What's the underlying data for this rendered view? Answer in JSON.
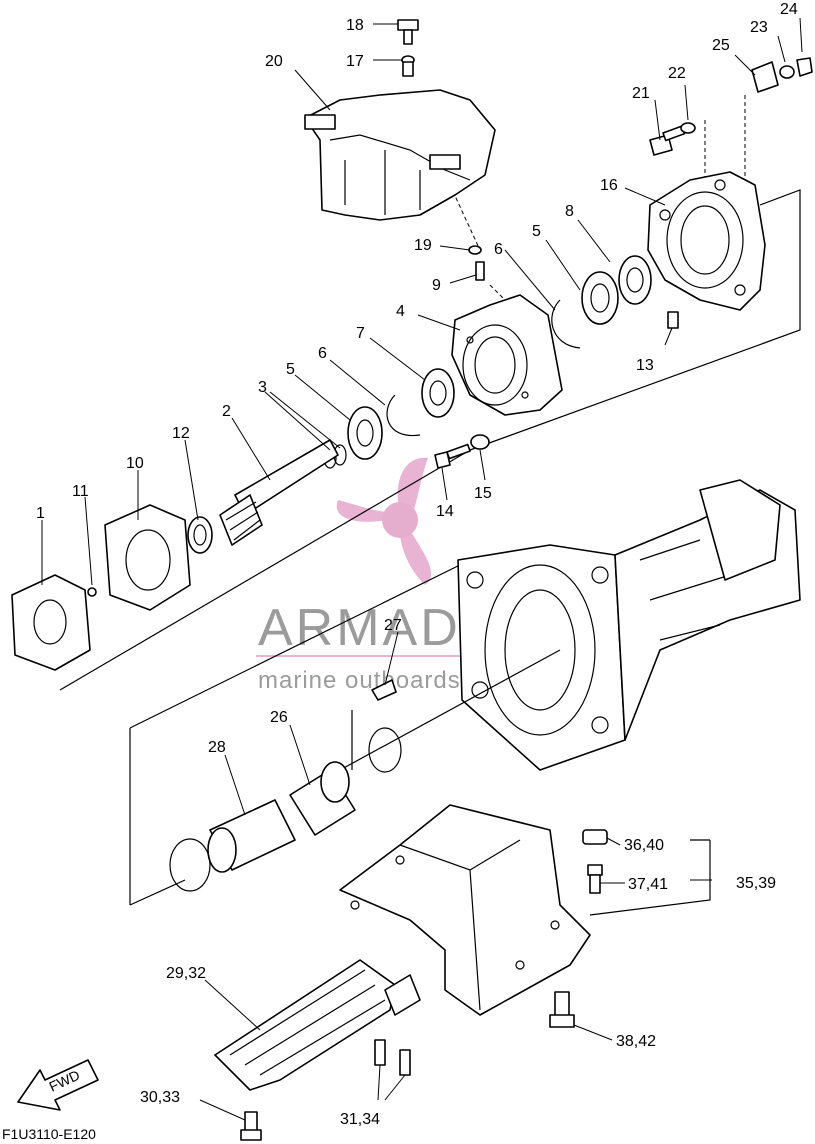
{
  "callouts": {
    "c1": "1",
    "c2": "2",
    "c3": "3",
    "c4": "4",
    "c5a": "5",
    "c5b": "5",
    "c6a": "6",
    "c6b": "6",
    "c7": "7",
    "c8": "8",
    "c9": "9",
    "c10": "10",
    "c11": "11",
    "c12": "12",
    "c13": "13",
    "c14": "14",
    "c15": "15",
    "c16": "16",
    "c17": "17",
    "c18": "18",
    "c19": "19",
    "c20": "20",
    "c21": "21",
    "c22": "22",
    "c23": "23",
    "c24": "24",
    "c25": "25",
    "c26": "26",
    "c27": "27",
    "c28": "28",
    "c2932": "29,32",
    "c3033": "30,33",
    "c3134": "31,34",
    "c3539": "35,39",
    "c3640": "36,40",
    "c3741": "37,41",
    "c3842": "38,42"
  },
  "fwd_label": "FWD",
  "figure_code": "F1U3110-E120",
  "watermark": {
    "brand": "ARMADA",
    "tagline": "marine outboards",
    "logo_color": "#e6a8cc"
  }
}
